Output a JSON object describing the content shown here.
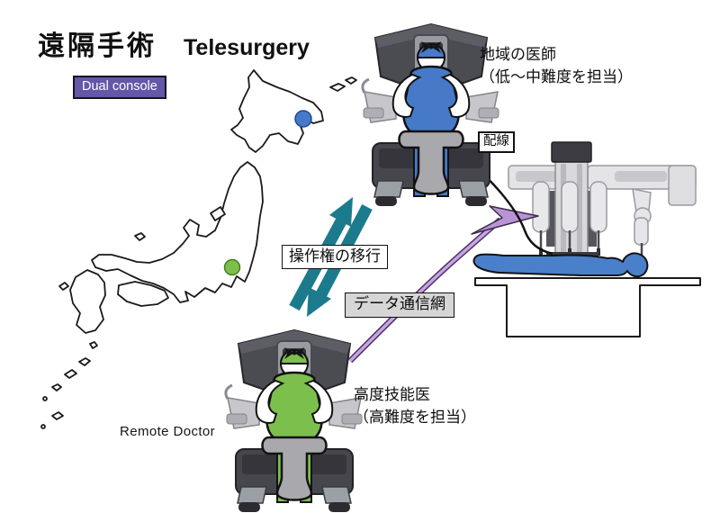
{
  "header": {
    "title_ja": "遠隔手術",
    "title_en": "Telesurgery",
    "badge_label": "Dual console",
    "badge_color": "#6456a8"
  },
  "map": {
    "markers": [
      {
        "name": "regional-hospital-marker",
        "color": "#4679c8"
      },
      {
        "name": "remote-center-marker",
        "color": "#7cbf4d"
      }
    ]
  },
  "regional_doctor": {
    "label_line1": "地域の医師",
    "label_line2": "（低～中難度を担当）",
    "scrub_color": "#4679c8"
  },
  "remote_doctor": {
    "label_line1": "高度技能医",
    "label_line2": "（高難度を担当）",
    "caption": "Remote Doctor",
    "scrub_color": "#7cbf4d"
  },
  "annotations": {
    "wiring": "配線",
    "control_transfer": "操作権の移行",
    "data_network": "データ通信網"
  },
  "colors": {
    "transfer_arrow": "#1b7b8d",
    "data_line": "#c9a3e6",
    "data_arrow": "#b993d6",
    "patient": "#4a7fc9"
  }
}
